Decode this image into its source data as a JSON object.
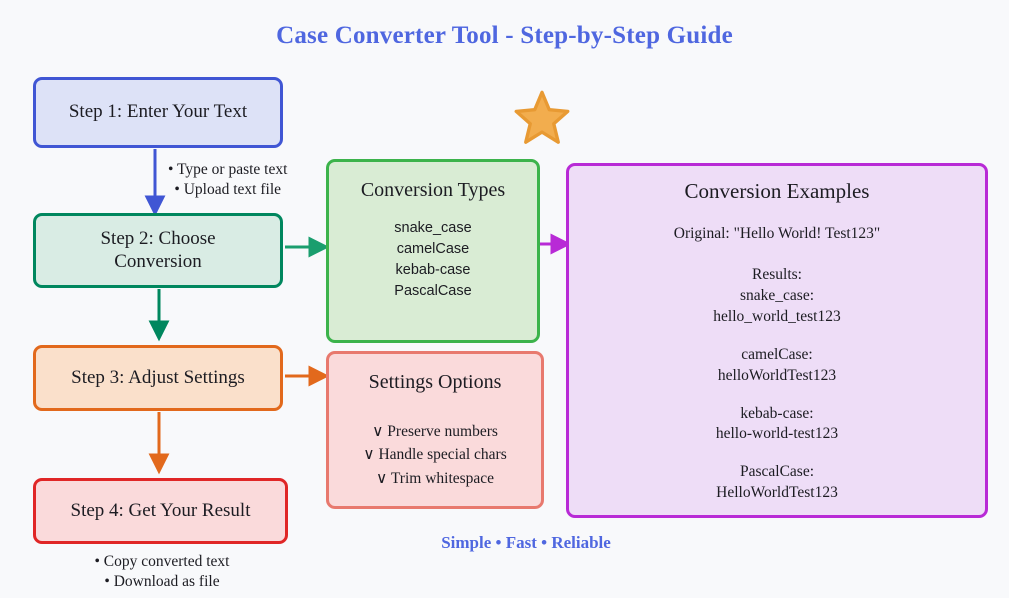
{
  "page": {
    "title": "Case Converter Tool - Step-by-Step Guide",
    "background_color": "#f8f9fb",
    "title_color": "#4f67e0"
  },
  "decorations": {
    "star": {
      "icon": "star-icon",
      "fill": "#f2ad4e",
      "stroke": "#e89a33"
    }
  },
  "flow": {
    "steps": [
      {
        "id": "step1",
        "label": "Step 1: Enter Your Text",
        "border_color": "#4056d4",
        "fill_color": "#dde2f7",
        "note": "• Type or paste text\n• Upload text file"
      },
      {
        "id": "step2",
        "label": "Step 2: Choose\nConversion",
        "border_color": "#00875e",
        "fill_color": "#d9ece4"
      },
      {
        "id": "step3",
        "label": "Step 3: Adjust Settings",
        "border_color": "#e2691c",
        "fill_color": "#fae0cb"
      },
      {
        "id": "step4",
        "label": "Step 4: Get Your Result",
        "border_color": "#e02626",
        "fill_color": "#fadadb",
        "note": "• Copy converted text\n• Download as file"
      }
    ],
    "arrows": [
      {
        "name": "arrow-step1-to-step2",
        "color": "#4056d4"
      },
      {
        "name": "arrow-step2-to-step3",
        "color": "#00875e"
      },
      {
        "name": "arrow-step3-to-step4",
        "color": "#e2691c"
      },
      {
        "name": "arrow-step2-to-conversion-types",
        "color": "#1a9e6e"
      },
      {
        "name": "arrow-step3-to-settings-options",
        "color": "#e2691c"
      },
      {
        "name": "arrow-conversion-types-to-examples",
        "color": "#b82ad6"
      }
    ]
  },
  "panels": {
    "conversion_types": {
      "title": "Conversion Types",
      "border_color": "#3cb34b",
      "fill_color": "#d9ecd4",
      "items": [
        "snake_case",
        "camelCase",
        "kebab-case",
        "PascalCase"
      ]
    },
    "settings_options": {
      "title": "Settings Options",
      "border_color": "#e8796e",
      "fill_color": "#fadadb",
      "items": [
        "∨ Preserve numbers",
        "∨ Handle special chars",
        "∨ Trim whitespace"
      ]
    },
    "conversion_examples": {
      "title": "Conversion Examples",
      "border_color": "#b82ad6",
      "fill_color": "#eeddf7",
      "original": "Original: \"Hello World! Test123\"",
      "results_label": "Results:",
      "results": [
        {
          "case_label": "snake_case:",
          "value": "hello_world_test123"
        },
        {
          "case_label": "camelCase:",
          "value": "helloWorldTest123"
        },
        {
          "case_label": "kebab-case:",
          "value": "hello-world-test123"
        },
        {
          "case_label": "PascalCase:",
          "value": "HelloWorldTest123"
        }
      ]
    }
  },
  "footer": {
    "tagline": "Simple • Fast • Reliable",
    "color": "#4f67e0"
  }
}
